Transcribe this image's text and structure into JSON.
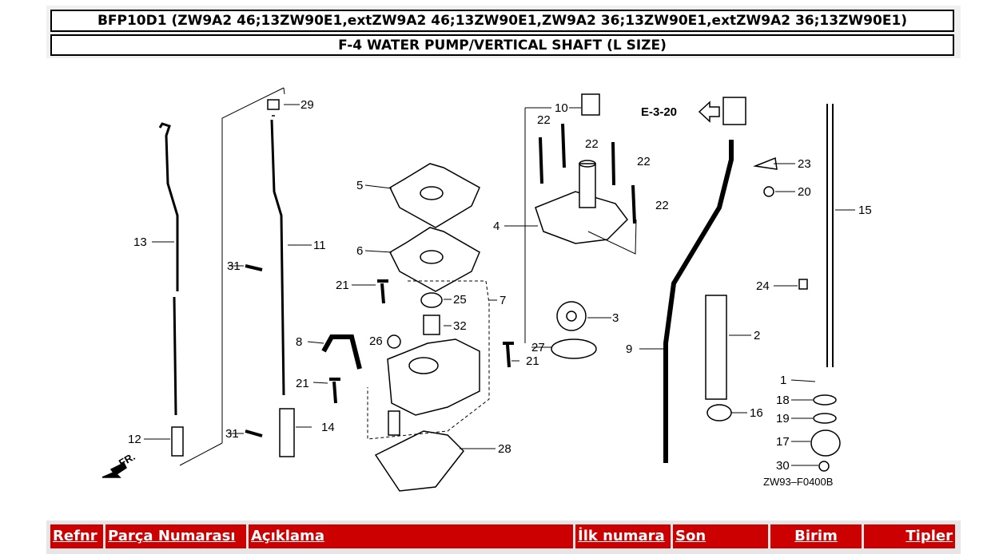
{
  "header": {
    "model_line": "BFP10D1 (ZW9A2 46;13ZW90E1,extZW9A2 46;13ZW90E1,ZW9A2 36;13ZW90E1,extZW9A2 36;13ZW90E1)",
    "section_line": "F-4 WATER PUMP/VERTICAL SHAFT (L SIZE)"
  },
  "diagram": {
    "ref_code": "E-3-20",
    "drawing_code": "ZW93–F0400B",
    "front_label": "FR.",
    "callouts": [
      "29",
      "13",
      "11",
      "31",
      "12",
      "31",
      "5",
      "6",
      "21",
      "25",
      "7",
      "32",
      "26",
      "8",
      "21",
      "14",
      "28",
      "10",
      "22",
      "22",
      "22",
      "22",
      "4",
      "3",
      "27",
      "21",
      "9",
      "2",
      "16",
      "23",
      "20",
      "15",
      "24",
      "1",
      "18",
      "19",
      "17",
      "30"
    ]
  },
  "table": {
    "columns": [
      "Refnr",
      "Parça Numarası",
      "Açıklama",
      "İlk numara",
      "Son",
      "Birim",
      "Tipler"
    ]
  }
}
